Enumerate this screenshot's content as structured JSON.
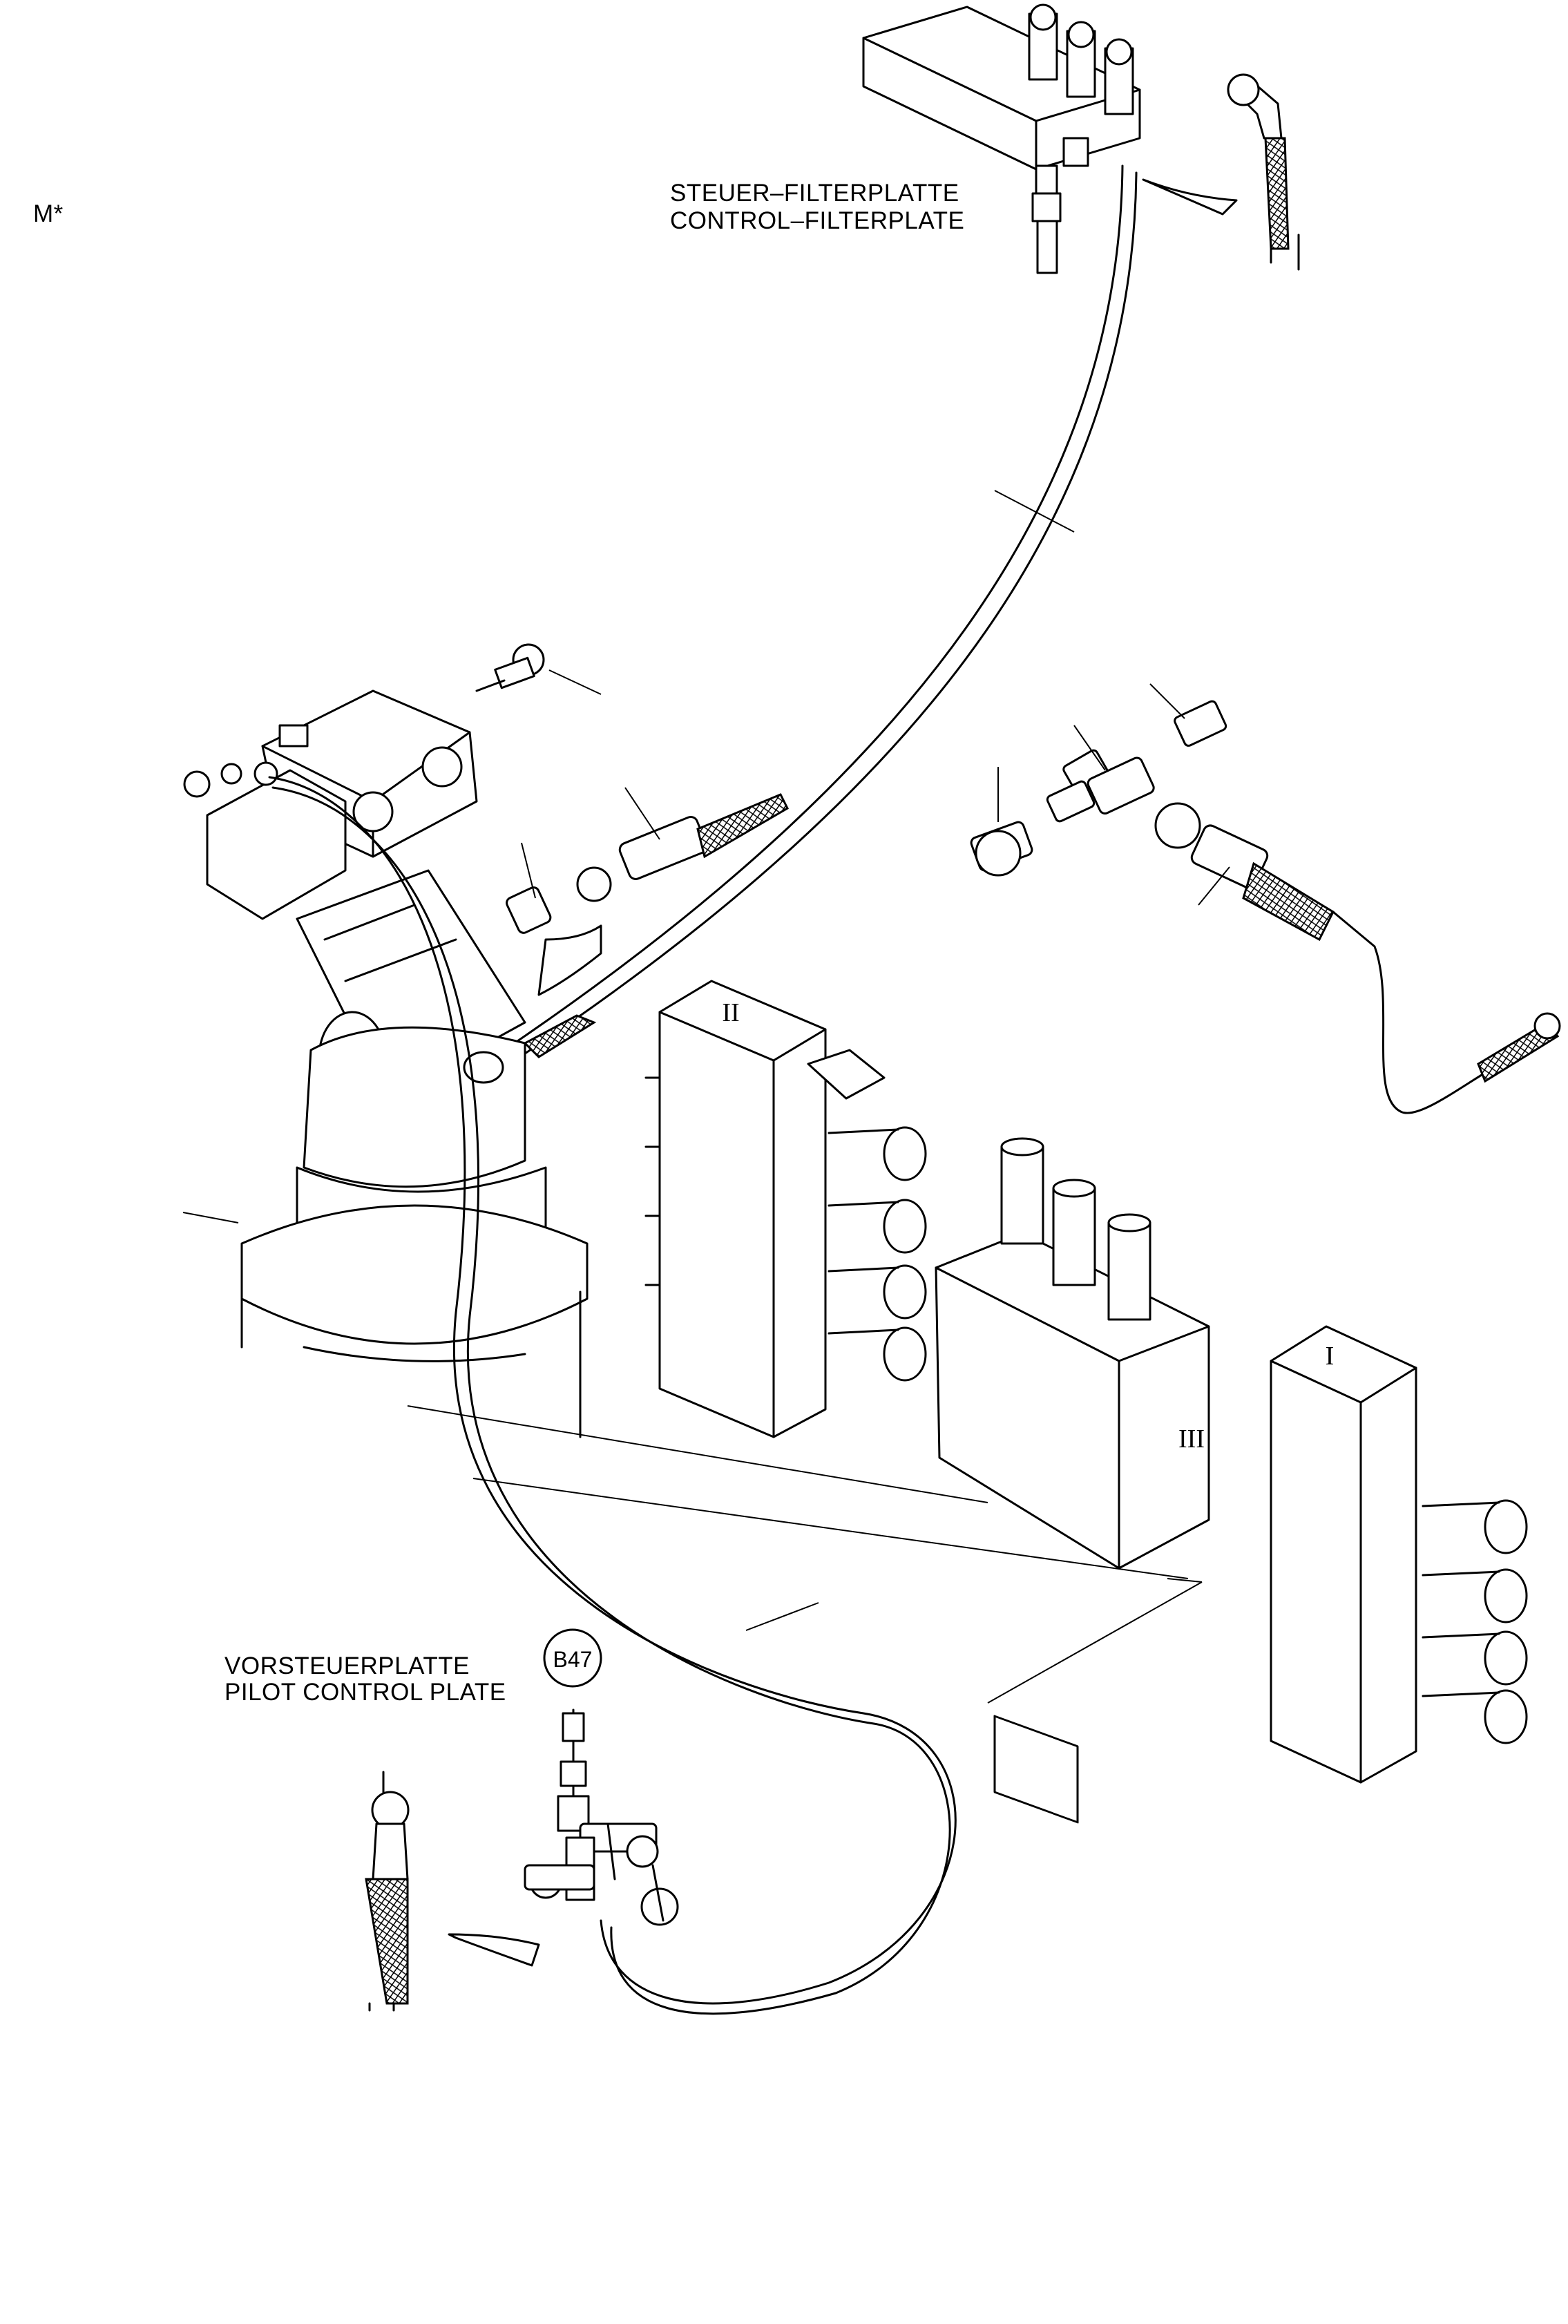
{
  "labels": {
    "model_marker": "M*",
    "control_filter_de": "STEUER–FILTERPLATTE",
    "control_filter_en": "CONTROL–FILTERPLATE",
    "pilot_control_de": "VORSTEUERPLATTE",
    "pilot_control_en": "PILOT CONTROL PLATE",
    "ref_b47": "B47",
    "valve_block_1": "I",
    "valve_block_2": "II",
    "valve_block_3": "III"
  }
}
